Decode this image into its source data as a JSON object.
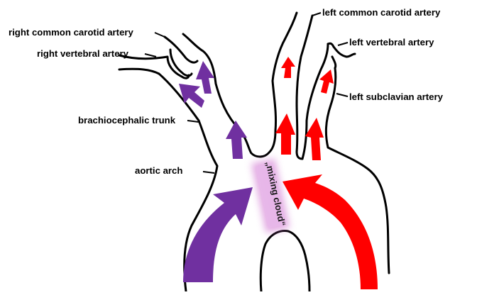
{
  "labels": {
    "right_common_carotid": "right common carotid artery",
    "right_vertebral": "right vertebral artery",
    "brachiocephalic": "brachiocephalic trunk",
    "aortic_arch": "aortic arch",
    "left_common_carotid": "left common carotid artery",
    "left_vertebral": "left vertebral artery",
    "left_subclavian": "left subclavian artery",
    "mixing_cloud": "„mixing cloud“"
  },
  "colors": {
    "purple_flow": "#7030a0",
    "red_flow": "#ff0000",
    "mixing_cloud": "#cc66cc",
    "outline": "#000000"
  },
  "icons": {
    "purple_arrow": "arrow-icon",
    "red_arrow": "arrow-icon"
  }
}
